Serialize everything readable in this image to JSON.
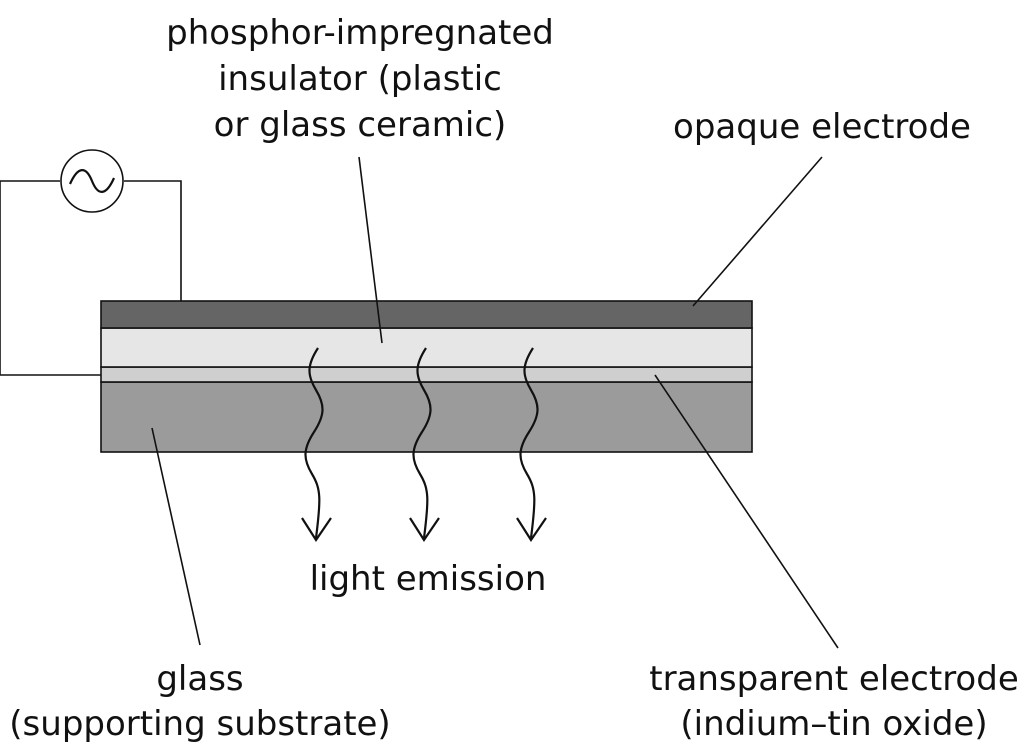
{
  "labels": {
    "insulator": [
      "phosphor-impregnated",
      "insulator (plastic",
      "or glass ceramic)"
    ],
    "opaque_electrode": "opaque electrode",
    "light_emission": "light emission",
    "glass": [
      "glass",
      "(supporting substrate)"
    ],
    "transparent_electrode": [
      "transparent electrode",
      "(indium–tin oxide)"
    ]
  },
  "colors": {
    "opaque_electrode": "#656565",
    "insulator": "#e6e6e6",
    "transparent_electrode": "#cfcfcf",
    "glass": "#9b9b9b",
    "line": "#111111"
  },
  "icons": {
    "ac_source": "ac-source-icon",
    "emission_arrow": "wavy-arrow-icon"
  }
}
